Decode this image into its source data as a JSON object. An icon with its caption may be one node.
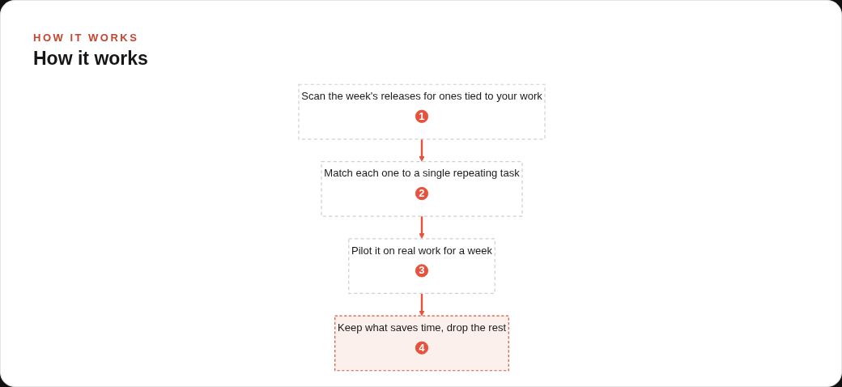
{
  "diagram": {
    "title": "How it works",
    "nodes": [
      {
        "text": [
          "Scan the week's releases for ones tied to your work"
        ]
      },
      {
        "text": [
          "1"
        ],
        "in": 0
      },
      {
        "text": [
          "Match each one to a single repeating task"
        ]
      },
      {
        "text": [
          "2"
        ],
        "in": 2
      },
      {
        "text": [
          "Pilot it on real work for a week"
        ]
      },
      {
        "text": [
          "3"
        ],
        "in": 4
      },
      {
        "text": [
          "Keep what saves time, drop the rest"
        ]
      },
      {
        "text": [
          "4"
        ],
        "in": 6
      }
    ],
    "edges": [
      {
        "from": 0,
        "to": 2,
        "arrow": "to"
      },
      {
        "from": 2,
        "to": 4,
        "arrow": "to"
      },
      {
        "from": 4,
        "to": 6,
        "arrow": "to"
      }
    ],
    "labels": [
      "HOW IT WORKS"
    ]
  }
}
